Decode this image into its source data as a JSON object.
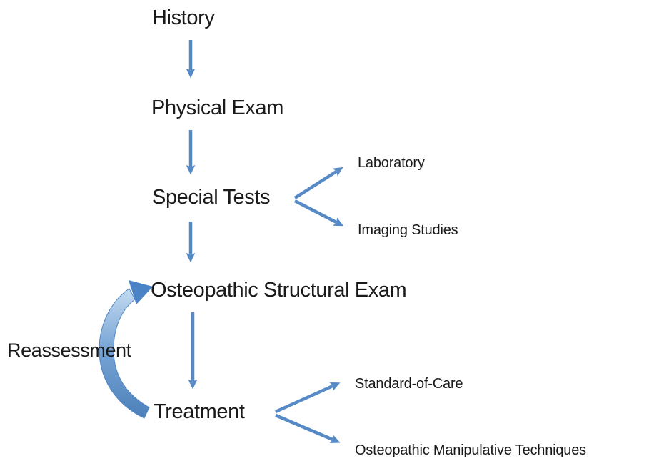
{
  "diagram": {
    "title": "Osteopathic clinical workflow flowchart",
    "background_color": "#ffffff",
    "arrow_color": "#568AC6",
    "curve_arrow_gradient": [
      "#c3dbf1",
      "#7aa6d6",
      "#4c80ba"
    ],
    "text_color": "#1a1a1a",
    "nodes": {
      "history": {
        "label": "History"
      },
      "physical_exam": {
        "label": "Physical Exam"
      },
      "special_tests": {
        "label": "Special Tests"
      },
      "laboratory": {
        "label": "Laboratory"
      },
      "imaging_studies": {
        "label": "Imaging Studies"
      },
      "osteopathic_structural_exam": {
        "label": "Osteopathic Structural Exam"
      },
      "reassessment": {
        "label": "Reassessment"
      },
      "treatment": {
        "label": "Treatment"
      },
      "standard_of_care": {
        "label": "Standard-of-Care"
      },
      "osteopathic_manipulative_techniques": {
        "label": "Osteopathic Manipulative Techniques"
      }
    },
    "edges": [
      {
        "from": "history",
        "to": "physical_exam"
      },
      {
        "from": "physical_exam",
        "to": "special_tests"
      },
      {
        "from": "special_tests",
        "to": "laboratory"
      },
      {
        "from": "special_tests",
        "to": "imaging_studies"
      },
      {
        "from": "special_tests",
        "to": "osteopathic_structural_exam"
      },
      {
        "from": "osteopathic_structural_exam",
        "to": "treatment"
      },
      {
        "from": "treatment",
        "to": "standard_of_care"
      },
      {
        "from": "treatment",
        "to": "osteopathic_manipulative_techniques"
      },
      {
        "from": "treatment",
        "to": "osteopathic_structural_exam",
        "via": "reassessment"
      }
    ]
  }
}
